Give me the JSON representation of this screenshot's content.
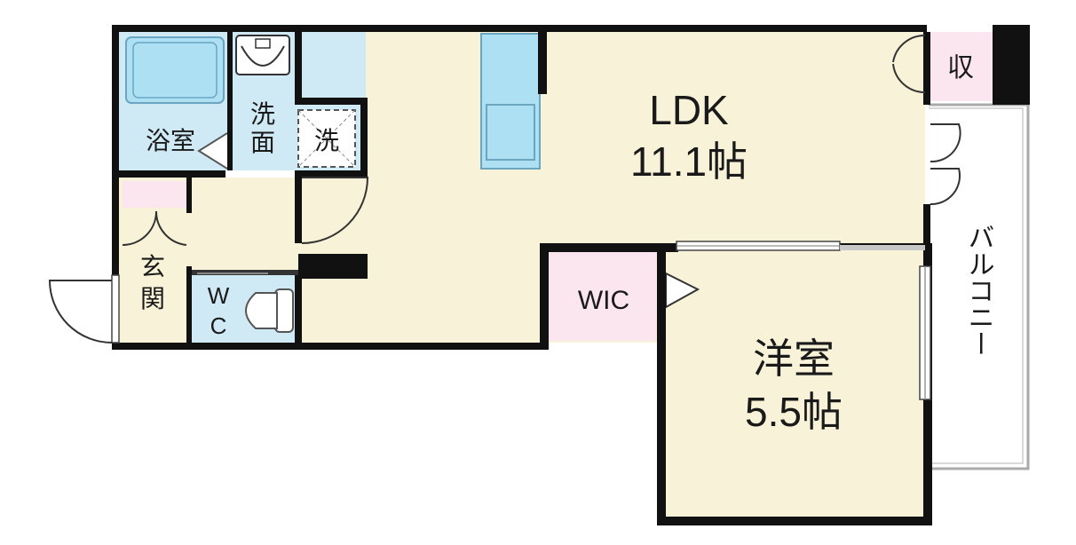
{
  "rooms": {
    "ldk": {
      "name": "LDK",
      "size": "11.1帖"
    },
    "western_room": {
      "name": "洋室",
      "size": "5.5帖"
    },
    "bathroom": {
      "name": "浴室"
    },
    "washroom": {
      "line1": "洗",
      "line2": "面"
    },
    "washer": {
      "name": "洗"
    },
    "entrance": {
      "line1": "玄",
      "line2": "関"
    },
    "toilet": {
      "line1": "W",
      "line2": "C"
    },
    "wic": {
      "name": "WIC"
    },
    "storage": {
      "name": "収"
    },
    "balcony": {
      "name": "バルコニー"
    }
  },
  "colors": {
    "wall": "#111111",
    "living_floor": "#f8f3d8",
    "wet_area": "#cfe9f5",
    "storage_pink": "#fbe6ef",
    "fixture": "#aee0f3",
    "fixture_stroke": "#6aa6c2"
  }
}
